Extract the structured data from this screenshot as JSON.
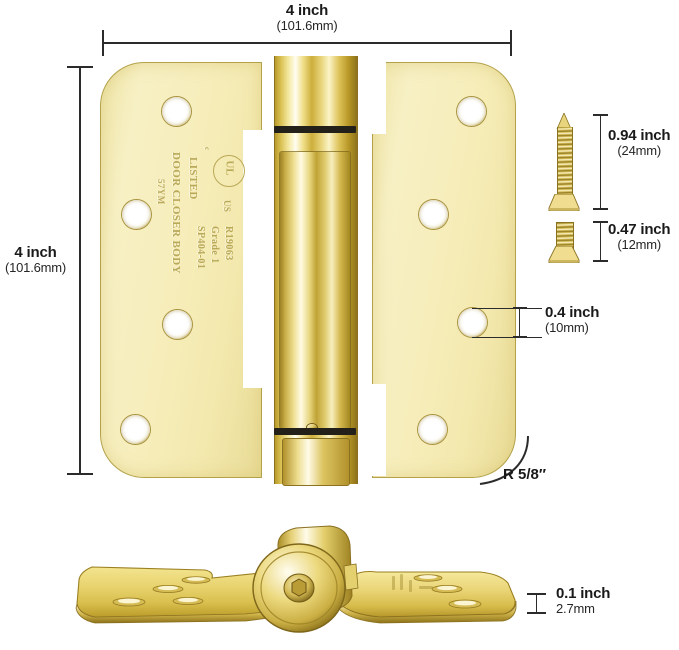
{
  "diagram": {
    "title": "Spring door hinge dimension diagram",
    "product": "4 inch radius-corner spring hinge with mounting screws"
  },
  "dimensions": {
    "width": {
      "label": "4 inch",
      "metric": "(101.6mm)",
      "name": "overall-width"
    },
    "height": {
      "label": "4 inch",
      "metric": "(101.6mm)",
      "name": "overall-height"
    },
    "hole": {
      "label": "0.4 inch",
      "metric": "(10mm)",
      "name": "screw-hole-diameter"
    },
    "corner_radius": {
      "label": "R 5/8″",
      "name": "corner-radius"
    },
    "thickness": {
      "label": "0.1 inch",
      "metric": "2.7mm",
      "name": "plate-thickness"
    },
    "screw_long": {
      "label": "0.94 inch",
      "metric": "(24mm)",
      "name": "long-screw-length"
    },
    "screw_short": {
      "label": "0.47 inch",
      "metric": "(12mm)",
      "name": "short-screw-length"
    }
  },
  "engraving": {
    "line_part": "57YM",
    "line_body": "DOOR CLOSER BODY",
    "line_listed": "LISTED",
    "ul_mark_left": "c",
    "ul_mark_center": "UL",
    "ul_mark_right": "US",
    "code_file": "R19063",
    "code_grade": "Grade 1",
    "code_spec": "SP404-01"
  },
  "colors": {
    "brass_light": "#f6edba",
    "brass_mid": "#d9c25c",
    "brass_dark": "#8f7720",
    "band_black": "#23201a",
    "rule": "#2b2b2b",
    "text": "#1a1a1a"
  },
  "views": {
    "top": "top-view-hinge-open",
    "bottom": "bottom-view-hinge-flat"
  }
}
